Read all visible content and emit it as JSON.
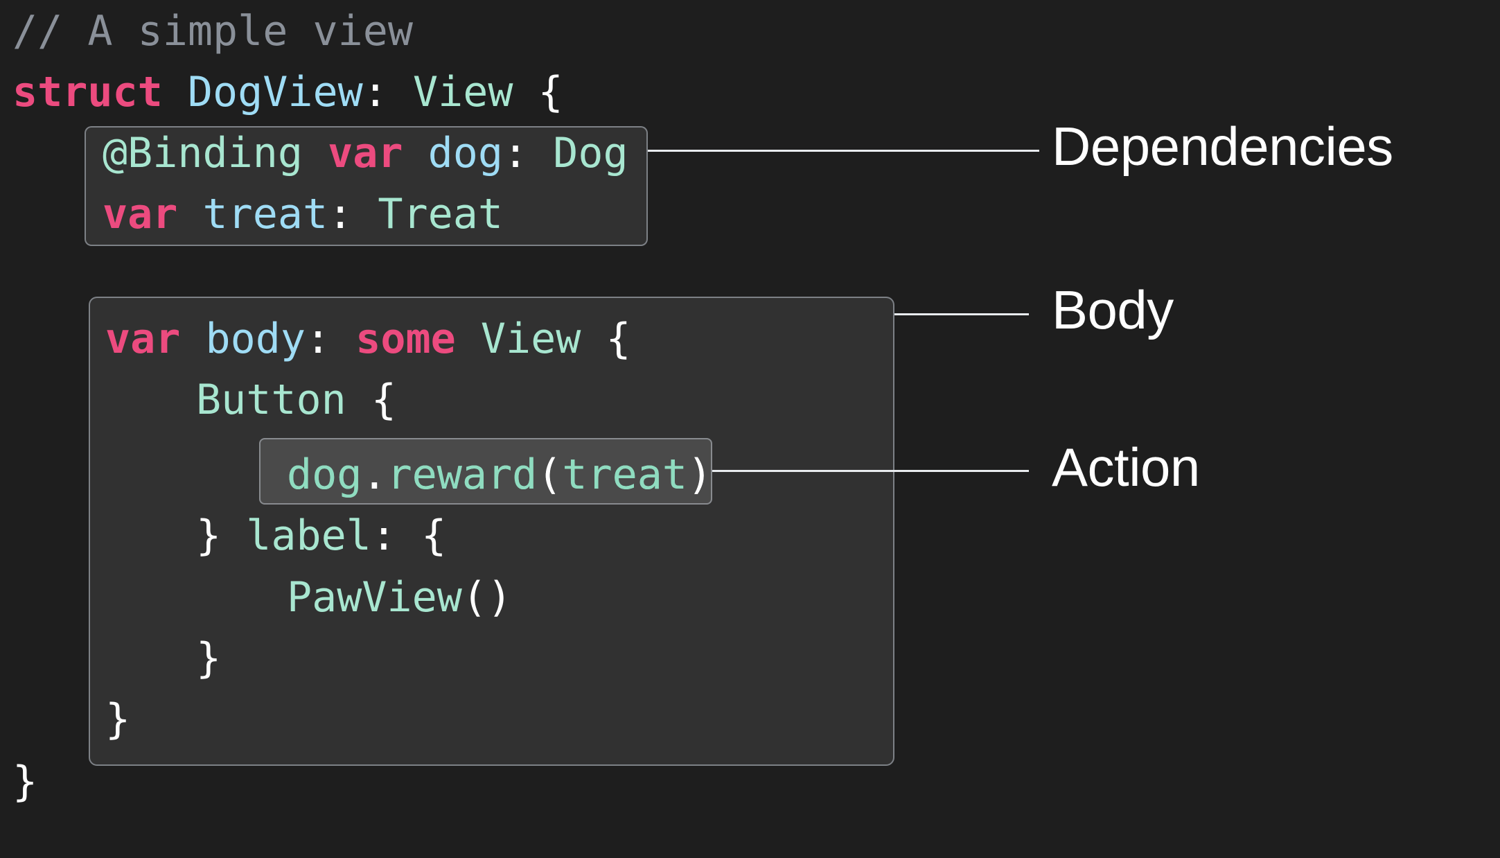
{
  "slide": {
    "background_color": "#1e1e1e",
    "language": "swift"
  },
  "palette": {
    "comment": "#8a9099",
    "keyword": "#ec4b7f",
    "type": "#a8e6d0",
    "identifier": "#9fdcf5",
    "punctuation": "#ffffff",
    "call": "#8fdcc0",
    "highlight_fill": "rgba(255,255,255,0.085)",
    "highlight_border": "rgba(190,196,205,0.55)",
    "leader_line": "#e9ecef",
    "annotation_text": "#ffffff"
  },
  "code": {
    "lines": [
      {
        "id": "line-comment",
        "text": "// A simple view"
      },
      {
        "id": "line-struct",
        "text": "struct DogView: View {"
      },
      {
        "id": "line-binding-dog",
        "text": "@Binding var dog: Dog"
      },
      {
        "id": "line-var-treat",
        "text": "var treat: Treat"
      },
      {
        "id": "line-var-body",
        "text": "var body: some View {"
      },
      {
        "id": "line-button",
        "text": "Button {"
      },
      {
        "id": "line-action",
        "text": "dog.reward(treat)"
      },
      {
        "id": "line-label",
        "text": "} label: {"
      },
      {
        "id": "line-pawview",
        "text": "PawView()"
      },
      {
        "id": "line-close-label",
        "text": "}"
      },
      {
        "id": "line-close-body",
        "text": "}"
      },
      {
        "id": "line-close-struct",
        "text": "}"
      }
    ],
    "tokens": {
      "comment_line": "// A simple view",
      "kw_struct": "struct",
      "type_dogview": "DogView",
      "colon": ":",
      "type_view": "View",
      "brace_open": "{",
      "brace_close": "}",
      "attr_binding": "@Binding",
      "kw_var": "var",
      "ident_dog": "dog",
      "type_dog": "Dog",
      "ident_treat": "treat",
      "type_treat": "Treat",
      "ident_body": "body",
      "kw_some": "some",
      "type_button": "Button",
      "call_dog": "dog",
      "dot": ".",
      "call_reward": "reward",
      "paren_open": "(",
      "arg_treat": "treat",
      "paren_close": ")",
      "label_name": "label",
      "type_pawview": "PawView",
      "parens_empty": "()"
    }
  },
  "annotations": [
    {
      "id": "dependencies",
      "label": "Dependencies",
      "target": "box-dependencies"
    },
    {
      "id": "body",
      "label": "Body",
      "target": "box-body"
    },
    {
      "id": "action",
      "label": "Action",
      "target": "box-action"
    }
  ],
  "labels": {
    "dependencies": "Dependencies",
    "body": "Body",
    "action": "Action"
  }
}
